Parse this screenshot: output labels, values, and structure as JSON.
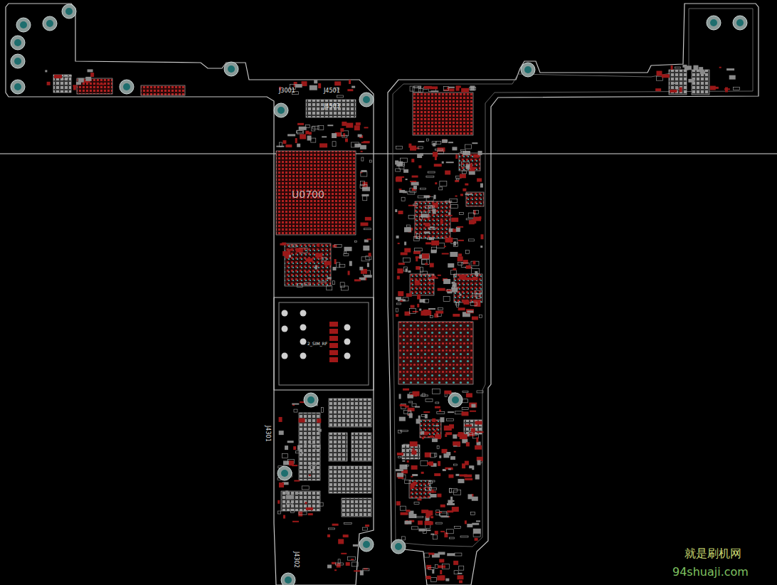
{
  "diagram": {
    "labels": [
      "U0700",
      "J3001",
      "J4501",
      "J4503",
      "J4301",
      "J4302",
      "2_SIM_RF",
      "就是刷机网",
      "94shuaji.com"
    ]
  }
}
